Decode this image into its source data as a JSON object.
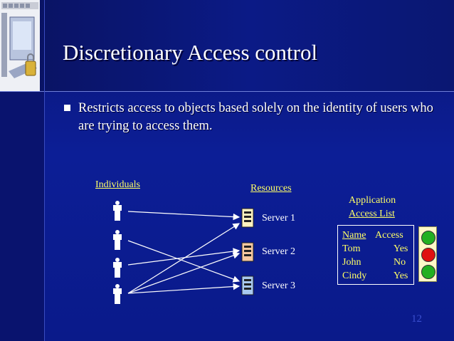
{
  "slide": {
    "title": "Discretionary Access control",
    "bullet": "Restricts access to objects based solely on the identity of users who are trying to access them.",
    "page_number": "12"
  },
  "diagram": {
    "individuals_label": "Individuals",
    "resources_label": "Resources",
    "servers": [
      "Server 1",
      "Server 2",
      "Server 3"
    ],
    "acl_title_line1": "Application",
    "acl_title_line2": "Access List",
    "acl_header": {
      "name": "Name",
      "access": "Access"
    },
    "acl_rows": [
      {
        "name": "Tom",
        "access": "Yes"
      },
      {
        "name": "John",
        "access": "No"
      },
      {
        "name": "Cindy",
        "access": "Yes"
      }
    ],
    "traffic_light_colors": [
      "#22b022",
      "#e01010",
      "#22b022"
    ]
  },
  "colors": {
    "background": "#0b1a8c",
    "label_yellow": "#ffff66",
    "text_white": "#ffffff"
  }
}
